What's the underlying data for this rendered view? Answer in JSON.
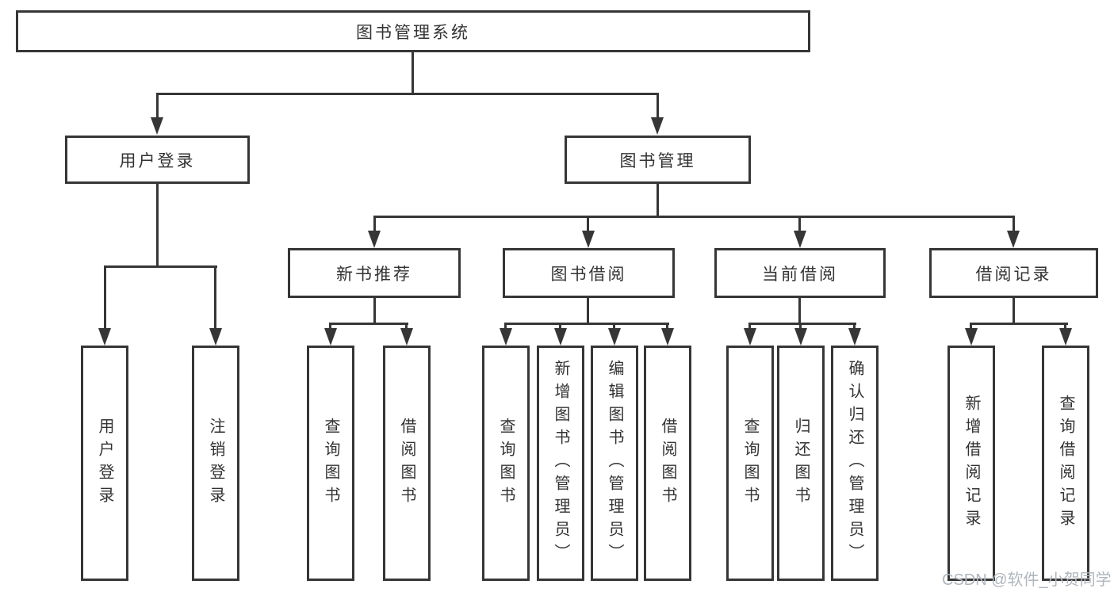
{
  "nodes": {
    "root": "图书管理系统",
    "level2": [
      "用户登录",
      "图书管理"
    ],
    "level3": [
      "新书推荐",
      "图书借阅",
      "当前借阅",
      "借阅记录"
    ],
    "leaves": {
      "login": [
        "用户登录",
        "注销登录"
      ],
      "recommend": [
        "查询图书",
        "借阅图书"
      ],
      "borrow": [
        "查询图书",
        "新增图书（管理员）",
        "编辑图书（管理员）",
        "借阅图书"
      ],
      "current": [
        "查询图书",
        "归还图书",
        "确认归还（管理员）"
      ],
      "records": [
        "新增借阅记录",
        "查询借阅记录"
      ]
    }
  },
  "watermark": "CSDN @软件_小贺同学",
  "colors": {
    "line": "#363636",
    "text": "#333333",
    "watermark": "#b0b6bc",
    "background": "#ffffff"
  }
}
